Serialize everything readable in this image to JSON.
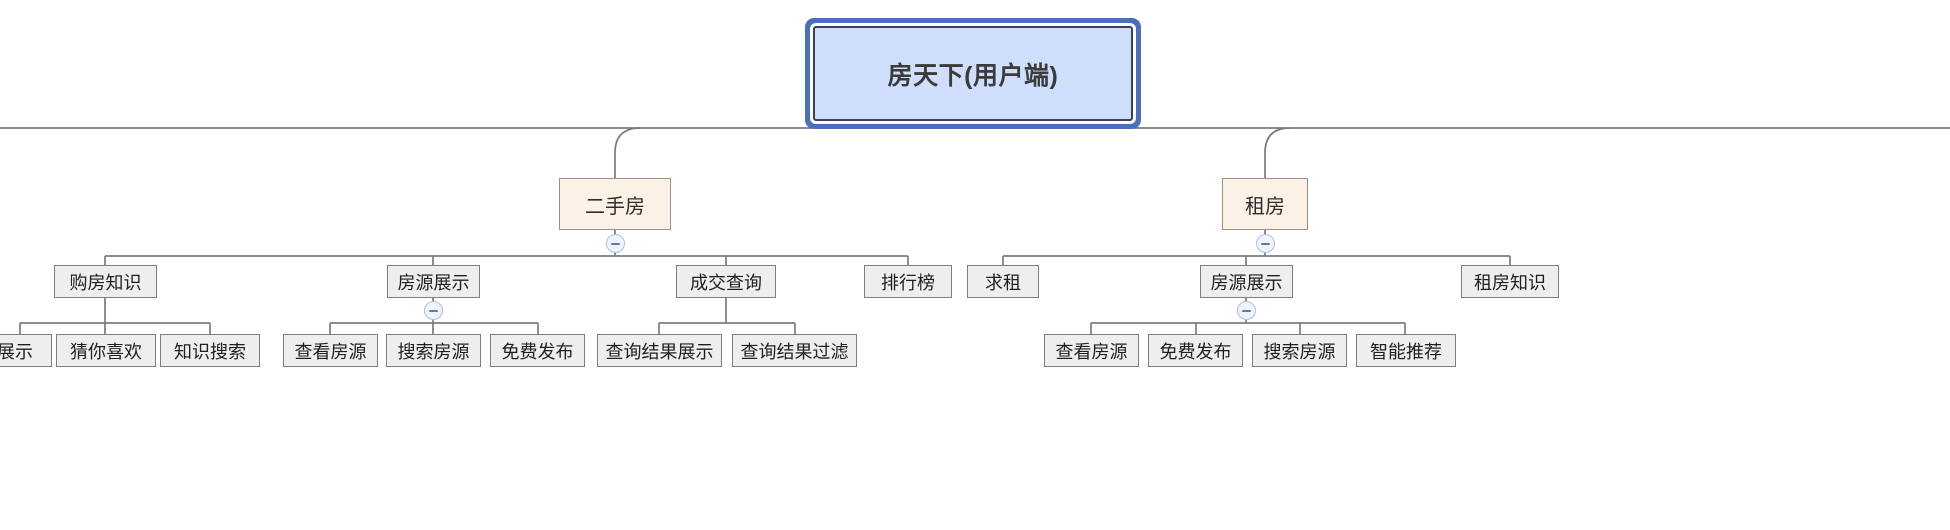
{
  "diagram": {
    "type": "mind-map-tree",
    "title_node": "房天下(用户端)",
    "orientation": "top-down",
    "colors": {
      "root_fill": "#cfdefb",
      "root_border": "#4a6fbb",
      "level2_fill": "#fcf1e7",
      "level2_border": "#9b8f84",
      "node_fill": "#eeeeee",
      "node_border": "#7d7d7d",
      "edge": "#7b7b7b",
      "toggle_ring": "#a9c0e8",
      "toggle_glyph": "#5b79b5"
    }
  },
  "root": {
    "label": "房天下(用户端)"
  },
  "branches": [
    {
      "label": "二手房",
      "toggle": "collapse-minus",
      "children": [
        {
          "label": "购房知识",
          "children": [
            {
              "label": "展示"
            },
            {
              "label": "猜你喜欢"
            },
            {
              "label": "知识搜索"
            }
          ]
        },
        {
          "label": "房源展示",
          "children": [
            {
              "label": "查看房源"
            },
            {
              "label": "搜索房源"
            },
            {
              "label": "免费发布"
            }
          ]
        },
        {
          "label": "成交查询",
          "children": [
            {
              "label": "查询结果展示"
            },
            {
              "label": "查询结果过滤"
            }
          ]
        },
        {
          "label": "排行榜",
          "children": []
        }
      ]
    },
    {
      "label": "租房",
      "toggle": "collapse-minus",
      "children": [
        {
          "label": "求租",
          "children": []
        },
        {
          "label": "房源展示",
          "children": [
            {
              "label": "查看房源"
            },
            {
              "label": "免费发布"
            },
            {
              "label": "搜索房源"
            },
            {
              "label": "智能推荐"
            }
          ]
        },
        {
          "label": "租房知识",
          "children": []
        }
      ]
    }
  ],
  "nodes": {
    "root": {
      "label": "房天下(用户端)"
    },
    "ershoufang": {
      "label": "二手房"
    },
    "zufang": {
      "label": "租房"
    },
    "goufangzhishi": {
      "label": "购房知识"
    },
    "fangyuan_a": {
      "label": "房源展示"
    },
    "chengjiao": {
      "label": "成交查询"
    },
    "paihangbang": {
      "label": "排行榜"
    },
    "qiuzu": {
      "label": "求租"
    },
    "fangyuan_b": {
      "label": "房源展示"
    },
    "zufangzhishi": {
      "label": "租房知识"
    },
    "leaf1": {
      "label": "展示"
    },
    "leaf2": {
      "label": "猜你喜欢"
    },
    "leaf3": {
      "label": "知识搜索"
    },
    "leaf4": {
      "label": "查看房源"
    },
    "leaf5": {
      "label": "搜索房源"
    },
    "leaf6": {
      "label": "免费发布"
    },
    "leaf7": {
      "label": "查询结果展示"
    },
    "leaf8": {
      "label": "查询结果过滤"
    },
    "leaf9": {
      "label": "查看房源"
    },
    "leaf10": {
      "label": "免费发布"
    },
    "leaf11": {
      "label": "搜索房源"
    },
    "leaf12": {
      "label": "智能推荐"
    }
  },
  "toggles": {
    "ershoufang_toggle": {
      "state": "expanded",
      "glyph": "minus-icon"
    },
    "zufang_toggle": {
      "state": "expanded",
      "glyph": "minus-icon"
    },
    "fangyuan_a_toggle": {
      "state": "expanded",
      "glyph": "minus-icon"
    },
    "fangyuan_b_toggle": {
      "state": "expanded",
      "glyph": "minus-icon"
    }
  }
}
